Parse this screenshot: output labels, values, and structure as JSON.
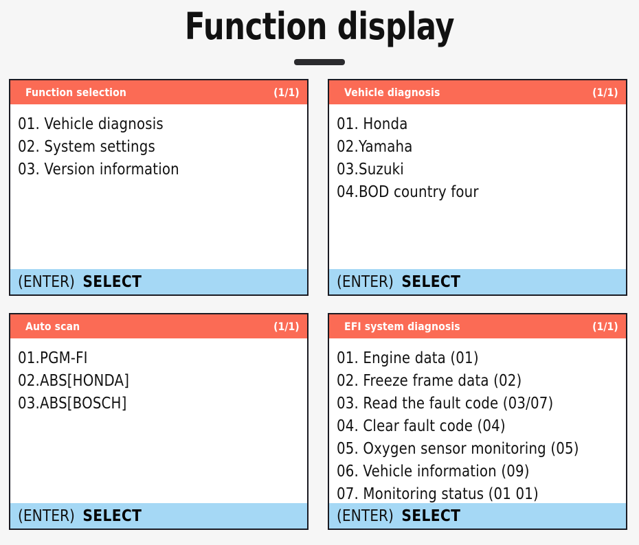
{
  "page": {
    "title": "Function display",
    "background_color": "#f6f6f6",
    "rule_color": "#2b2b2e"
  },
  "theme": {
    "header_red": "#fb6b55",
    "footer_blue": "#a5d8f5",
    "panel_border": "#1a1a22",
    "panel_body": "#ffffff",
    "text_color": "#111111",
    "header_text_color": "#ffffff"
  },
  "panels": [
    {
      "header_title": "Function selection",
      "page_indicator": "(1/1)",
      "items": [
        "01. Vehicle diagnosis",
        "02. System settings",
        "03. Version information"
      ],
      "footer": {
        "key": "(ENTER)",
        "action": "SELECT"
      }
    },
    {
      "header_title": "Vehicle diagnosis",
      "page_indicator": "(1/1)",
      "items": [
        "01. Honda",
        "02.Yamaha",
        "03.Suzuki",
        "04.BOD country four"
      ],
      "footer": {
        "key": "(ENTER)",
        "action": "SELECT"
      }
    },
    {
      "header_title": "Auto scan",
      "page_indicator": "(1/1)",
      "items": [
        "01.PGM-FI",
        "02.ABS[HONDA]",
        "03.ABS[BOSCH]"
      ],
      "footer": {
        "key": "(ENTER)",
        "action": "SELECT"
      }
    },
    {
      "header_title": "EFI system diagnosis",
      "page_indicator": "(1/1)",
      "items": [
        "01. Engine data (01)",
        "02. Freeze frame data (02)",
        "03. Read the fault code (03/07)",
        "04. Clear fault code (04)",
        "05. Oxygen sensor monitoring (05)",
        "06. Vehicle information (09)",
        "07. Monitoring status (01 01)"
      ],
      "footer": {
        "key": "(ENTER)",
        "action": "SELECT"
      }
    }
  ]
}
